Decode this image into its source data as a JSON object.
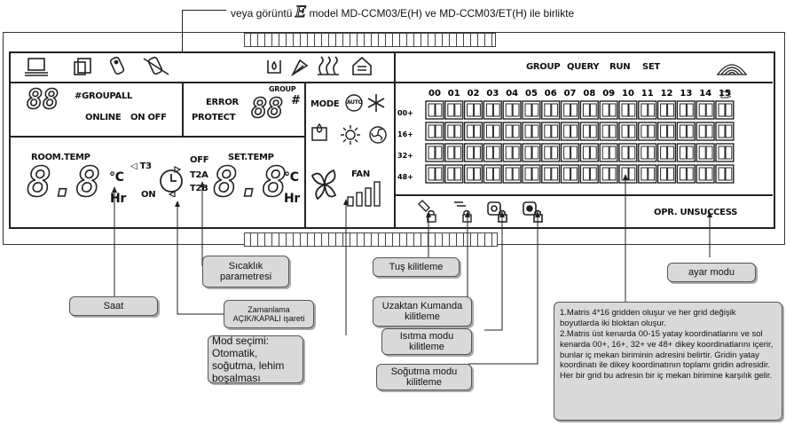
{
  "header_note": {
    "prefix": "veya görüntü",
    "glyph": "E",
    "suffix": "model MD-CCM03/E(H) ve MD-CCM03/ET(H) ile birlikte"
  },
  "top_right": {
    "group": "GROUP",
    "query": "QUERY",
    "run": "RUN",
    "set": "SET"
  },
  "left_box": {
    "hash": "#",
    "groupall": "GROUPALL",
    "online": "ONLINE",
    "onoff": "ON OFF",
    "digits": "88"
  },
  "error_box": {
    "error": "ERROR",
    "protect": "PROTECT",
    "group": "GROUP",
    "hash": "#",
    "digits": "88"
  },
  "mode": {
    "mode": "MODE",
    "auto": "AUTO",
    "fan": "FAN"
  },
  "temp": {
    "room": "ROOM.TEMP",
    "set": "SET.TEMP",
    "t3": "T3",
    "t2a": "T2A",
    "t2b": "T2B",
    "off": "OFF",
    "on": "ON",
    "hr": "Hr",
    "deg": "°C",
    "digits": "8.8"
  },
  "grid": {
    "cols": [
      "00",
      "01",
      "02",
      "03",
      "04",
      "05",
      "06",
      "07",
      "08",
      "09",
      "10",
      "11",
      "12",
      "13",
      "14",
      "15"
    ],
    "rows": [
      "00+",
      "16+",
      "32+",
      "48+"
    ]
  },
  "status": {
    "opr": "OPR. UNSUCCESS"
  },
  "callouts": {
    "sicaklik": "Sıcaklık parametresi",
    "saat": "Saat",
    "zamanlama": "Zamanlama AÇIK/KAPALI işareti",
    "mod": "Mod seçimi: Otomatik, soğutma, lehim boşalması",
    "tus": "Tuş kilitleme",
    "uzaktan": "Uzaktan Kumanda kilitleme",
    "isitma": "Isıtma modu kilitleme",
    "sogutma": "Soğutma modu kilitleme",
    "ayar": "ayar modu",
    "matris": "1.Matris 4*16 gridden oluşur ve her grid değişik boyutlarda iki bloktan oluşur.\n2.Matris üst kenarda 00-15 yatay koordinatlarını ve sol kenarda 00+, 16+, 32+ ve 48+ dikey koordinatlarını içerir, bunlar iç mekan biriminin adresini belirtir. Gridin yatay koordinatı ile dikey koordinatının toplamı gridin adresidir. Her bir grid bu adresin bir iç mekan birimine karşılık gelir."
  },
  "icons": [
    "monitor-icon",
    "copy-icon",
    "remote-icon",
    "no-remote-icon",
    "water-icon",
    "wind-icon",
    "heat-icon",
    "house-icon",
    "wifi-icon",
    "clock-icon",
    "fan-icon",
    "snow-icon",
    "sun-icon",
    "fan-small-icon",
    "drop-icon",
    "key-lock-icon",
    "remote-lock-icon",
    "heat-lock-icon",
    "cool-lock-icon"
  ]
}
